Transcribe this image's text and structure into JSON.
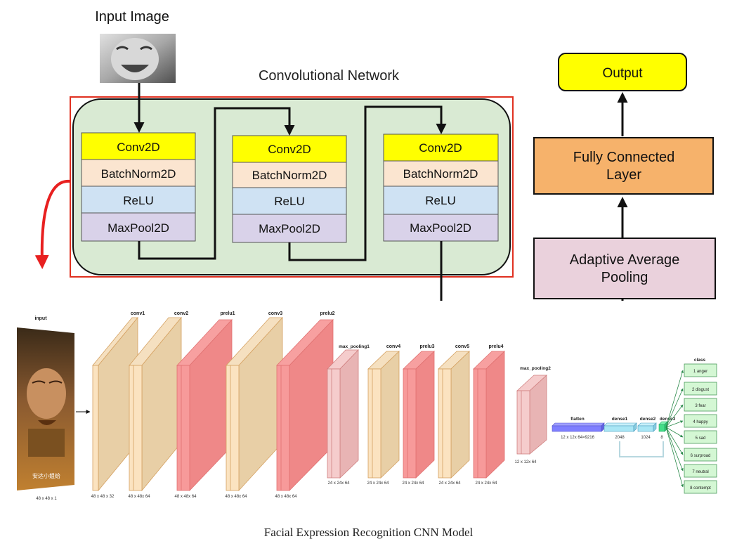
{
  "top": {
    "input_label": "Input Image",
    "network_title": "Convolutional Network",
    "blocks": [
      {
        "layers": [
          "Conv2D",
          "BatchNorm2D",
          "ReLU",
          "MaxPool2D"
        ]
      },
      {
        "layers": [
          "Conv2D",
          "BatchNorm2D",
          "ReLU",
          "MaxPool2D"
        ]
      },
      {
        "layers": [
          "Conv2D",
          "BatchNorm2D",
          "ReLU",
          "MaxPool2D"
        ]
      }
    ],
    "output_label": "Output",
    "fc_label_line1": "Fully Connected",
    "fc_label_line2": "Layer",
    "pool_label_line1": "Adaptive Average",
    "pool_label_line2": "Pooling"
  },
  "bottom": {
    "input_label": "input",
    "input_dims": "48 x 48 x 1",
    "input_overlay_text": "安达小姐给",
    "layers": [
      {
        "name": "conv1",
        "dims": "48 x 48 x 32"
      },
      {
        "name": "conv2",
        "dims": "48 x 48x 64"
      },
      {
        "name": "prelu1",
        "dims": "48 x 48x 64"
      },
      {
        "name": "conv3",
        "dims": "48 x 48x 64"
      },
      {
        "name": "prelu2",
        "dims": "48 x 48x 64"
      },
      {
        "name": "max_pooling1",
        "dims": "24 x 24x 64"
      },
      {
        "name": "conv4",
        "dims": "24 x 24x 64"
      },
      {
        "name": "prelu3",
        "dims": "24 x 24x 64"
      },
      {
        "name": "conv5",
        "dims": "24 x 24x 64"
      },
      {
        "name": "prelu4",
        "dims": "24 x 24x 64"
      },
      {
        "name": "max_pooling2",
        "dims": "12 x 12x 64"
      },
      {
        "name": "flatten",
        "dims": "12 x 12x 64=9216"
      },
      {
        "name": "dense1",
        "dims": "2048"
      },
      {
        "name": "dense2",
        "dims": "1024"
      },
      {
        "name": "dense3",
        "dims": "8"
      }
    ],
    "class_title": "class",
    "classes": [
      "1 anger",
      "2 disgust",
      "3 fear",
      "4 happy",
      "5 sad",
      "6 surproad",
      "7 neutral",
      "8 contempt"
    ]
  },
  "caption": "Facial Expression Recognition CNN Model",
  "colors": {
    "conv_yellow": "#ffff00",
    "batchnorm_peach": "#fbe5d0",
    "relu_blue": "#cfe2f3",
    "maxpool_lavender": "#d9d2e9",
    "container_green": "#d9ead3",
    "frame_red": "#e03020",
    "fc_orange": "#f6b26b",
    "pool_pink": "#ead1dc",
    "conv_block": "#f2d9b0",
    "prelu_block": "#f08080",
    "maxpool_block": "#e8b4b4",
    "flatten_blue": "#7f7fff",
    "dense_cyan": "#a9e6f5",
    "dense3_green": "#44dd88",
    "class_green": "#d4f7d4"
  }
}
